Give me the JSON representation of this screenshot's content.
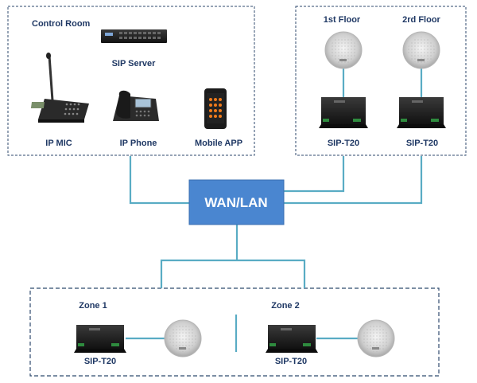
{
  "control_room": {
    "title": "Control Room",
    "sip_server": "SIP Server",
    "ip_mic": "IP MIC",
    "ip_phone": "IP Phone",
    "mobile_app": "Mobile APP"
  },
  "floors": {
    "floor1": "1st Floor",
    "floor2": "2rd Floor",
    "device1": "SIP-T20",
    "device2": "SIP-T20"
  },
  "network": {
    "label": "WAN/LAN"
  },
  "zones": {
    "zone1": "Zone 1",
    "zone2": "Zone 2",
    "device1": "SIP-T20",
    "device2": "SIP-T20"
  },
  "colors": {
    "line": "#59acc4",
    "wan_box": "#4a86d0",
    "label": "#1f3864",
    "frame": "#2f4a6e"
  }
}
